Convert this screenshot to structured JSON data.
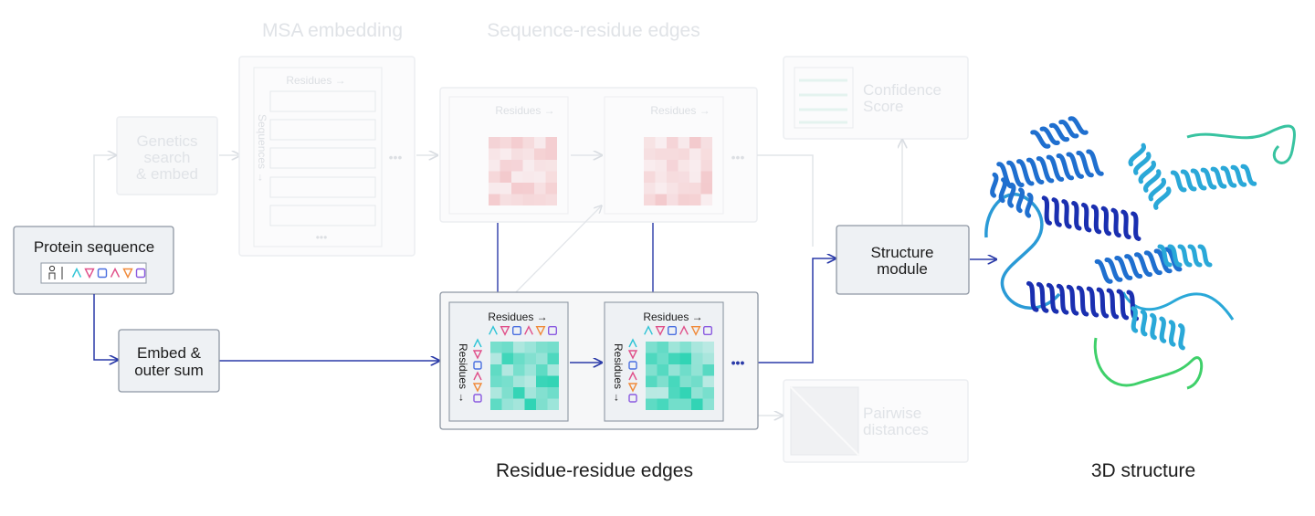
{
  "labels": {
    "msa_embedding": "MSA embedding",
    "sequence_residue_edges": "Sequence-residue edges",
    "genetics_search": [
      "Genetics",
      "search",
      "& embed"
    ],
    "protein_sequence": "Protein sequence",
    "embed_outer_sum": [
      "Embed &",
      "outer sum"
    ],
    "residue_residue_edges": "Residue-residue edges",
    "structure_module": [
      "Structure",
      "module"
    ],
    "confidence_score": [
      "Confidence",
      "Score"
    ],
    "pairwise_distances": [
      "Pairwise",
      "distances"
    ],
    "structure_3d": "3D structure",
    "residues_arrow": "Residues →",
    "sequences_arrow": "Sequences →",
    "residues_down_arrow": "Residues →",
    "ellipsis": "•••"
  },
  "colors": {
    "faded": "#e6e8ec",
    "faded_text": "#dfe2e6",
    "box_fill": "#eef1f4",
    "box_stroke": "#8e97a3",
    "arrow_blue": "#2a3aa8",
    "teal": "#2ed3b4",
    "pink": "#f3c9cc",
    "protein_dark": "#1a2fb0",
    "protein_mid": "#1f6fcf",
    "protein_light": "#2aa8d8",
    "protein_green": "#3fd06a"
  },
  "icons": {
    "person": "person-icon",
    "glyph_strip": "residue-glyph-strip"
  }
}
